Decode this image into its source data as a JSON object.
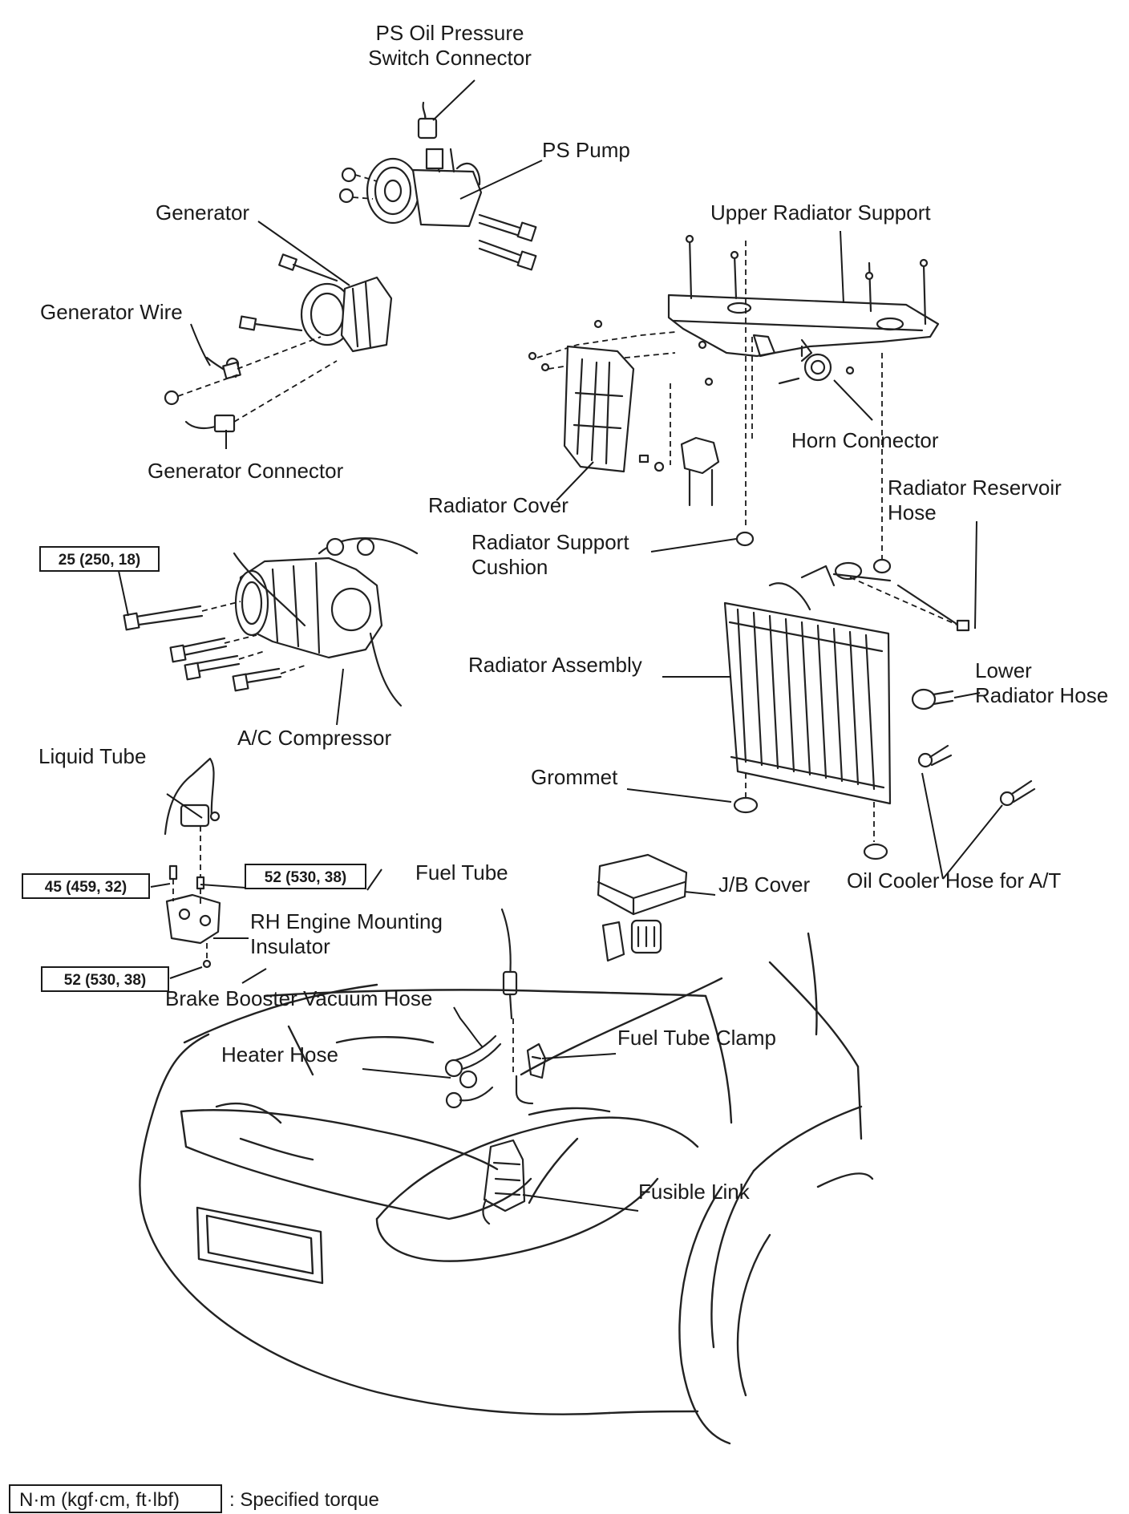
{
  "labels": {
    "ps_oil_pressure_switch_connector": [
      "PS Oil Pressure",
      "Switch Connector"
    ],
    "ps_pump": "PS Pump",
    "generator": "Generator",
    "upper_radiator_support": "Upper Radiator Support",
    "generator_wire": "Generator Wire",
    "horn_connector": "Horn Connector",
    "generator_connector": "Generator Connector",
    "radiator_cover": "Radiator Cover",
    "radiator_reservoir_hose": [
      "Radiator Reservoir",
      "Hose"
    ],
    "radiator_support_cushion": [
      "Radiator Support",
      "Cushion"
    ],
    "radiator_assembly": "Radiator Assembly",
    "lower_radiator_hose": [
      "Lower",
      "Radiator Hose"
    ],
    "ac_compressor": "A/C Compressor",
    "liquid_tube": "Liquid Tube",
    "grommet": "Grommet",
    "fuel_tube": "Fuel Tube",
    "jb_cover": "J/B Cover",
    "oil_cooler_hose": "Oil Cooler Hose for A/T",
    "rh_engine_mounting_insulator": [
      "RH Engine Mounting",
      "Insulator"
    ],
    "brake_booster_vacuum_hose": "Brake Booster Vacuum Hose",
    "fuel_tube_clamp": "Fuel Tube Clamp",
    "heater_hose": "Heater Hose",
    "fusible_link": "Fusible Link"
  },
  "torque": {
    "ac_compressor_bolt": "25 (250, 18)",
    "mount_bolt_left": "45 (459, 32)",
    "mount_bolt_right": "52 (530, 38)",
    "mount_nut_lower": "52 (530, 38)"
  },
  "legend": {
    "unit": "N·m (kgf·cm, ft·lbf)",
    "text": ": Specified torque"
  }
}
